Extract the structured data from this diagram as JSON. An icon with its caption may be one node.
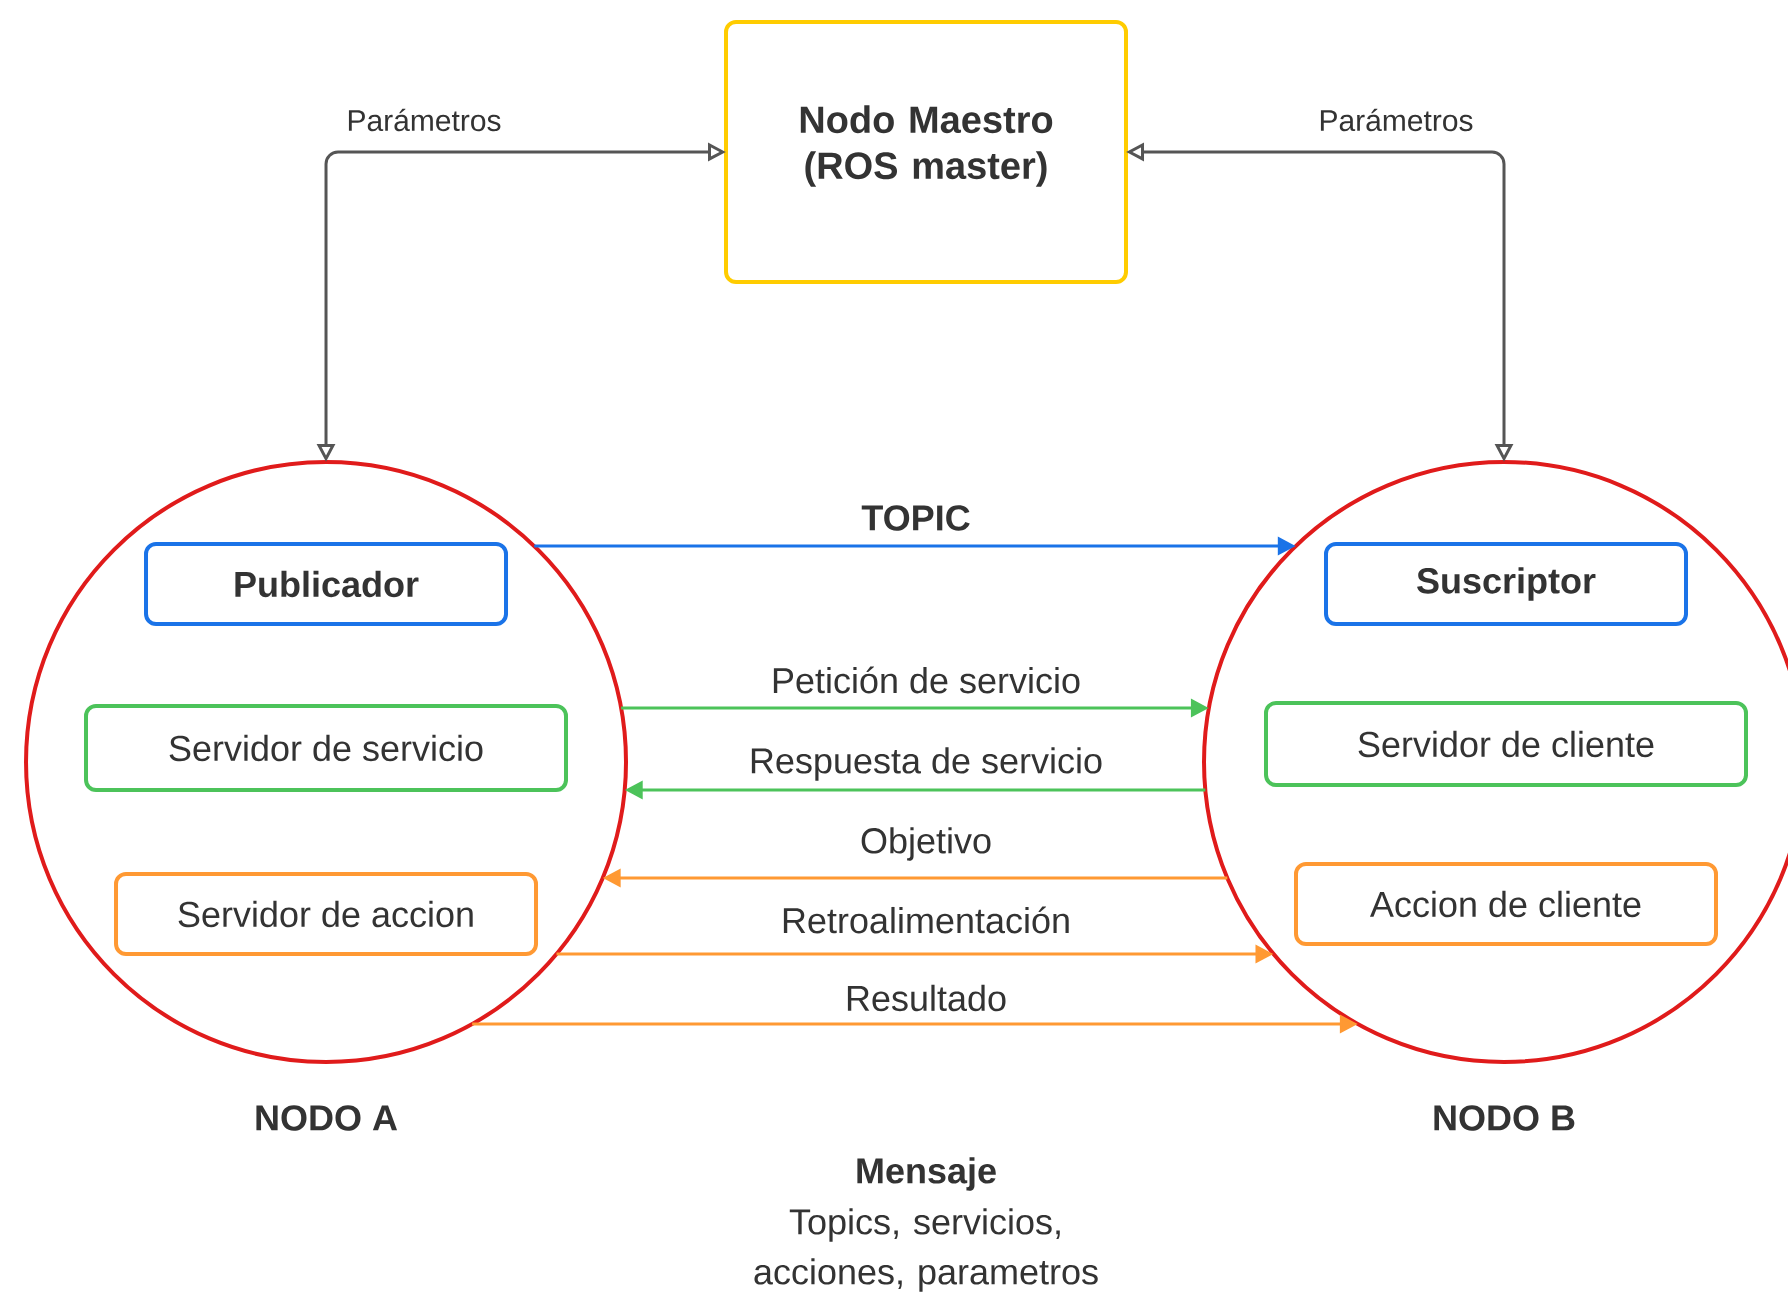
{
  "diagram": {
    "nodes": [
      {
        "text": [
          "Nodo Maestro (ROS master)"
        ]
      },
      {
        "text": [
          "NODO A"
        ]
      },
      {
        "text": [
          "Publicador"
        ],
        "in": 1
      },
      {
        "text": [
          "Servidor de servicio"
        ],
        "in": 1
      },
      {
        "text": [
          "Servidor de accion"
        ],
        "in": 1
      },
      {
        "text": [
          "NODO B"
        ]
      },
      {
        "text": [
          "Suscriptor"
        ],
        "in": 5
      },
      {
        "text": [
          "Servidor de cliente"
        ],
        "in": 5
      },
      {
        "text": [
          "Accion de cliente"
        ],
        "in": 5
      }
    ],
    "edges": [
      {
        "from": 0,
        "to": 1,
        "arrow": "both",
        "label": "Parámetros",
        "color": "#555555"
      },
      {
        "from": 0,
        "to": 5,
        "arrow": "both",
        "label": "Parámetros",
        "color": "#555555"
      },
      {
        "from": 1,
        "to": 5,
        "arrow": "to",
        "label": "TOPIC",
        "color": "#1a73e8"
      },
      {
        "from": 1,
        "to": 5,
        "arrow": "to",
        "label": "Petición de servicio",
        "color": "#4cc35a"
      },
      {
        "from": 5,
        "to": 1,
        "arrow": "to",
        "label": "Respuesta de servicio",
        "color": "#4cc35a"
      },
      {
        "from": 5,
        "to": 1,
        "arrow": "to",
        "label": "Objetivo",
        "color": "#ff9933"
      },
      {
        "from": 1,
        "to": 5,
        "arrow": "to",
        "label": "Retroalimentación",
        "color": "#ff9933"
      },
      {
        "from": 1,
        "to": 5,
        "arrow": "to",
        "label": "Resultado",
        "color": "#ff9933"
      }
    ],
    "labels": [
      "Mensaje",
      "Topics, servicios, acciones, parametros"
    ]
  }
}
